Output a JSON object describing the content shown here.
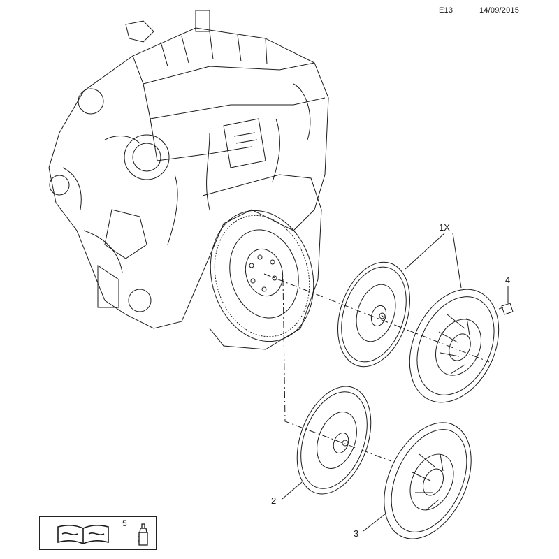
{
  "header": {
    "code": "E13",
    "date": "14/09/2015"
  },
  "callouts": {
    "kit": "1X",
    "disc_upper_ref": "2",
    "pressure_plate_lower": "3",
    "bolt": "4"
  },
  "legend": {
    "item_number": "5",
    "book_icon": "repair-manual-icon",
    "tool_icon": "grease-tube-icon"
  },
  "colors": {
    "line": "#1a1a1a",
    "background": "#ffffff"
  }
}
